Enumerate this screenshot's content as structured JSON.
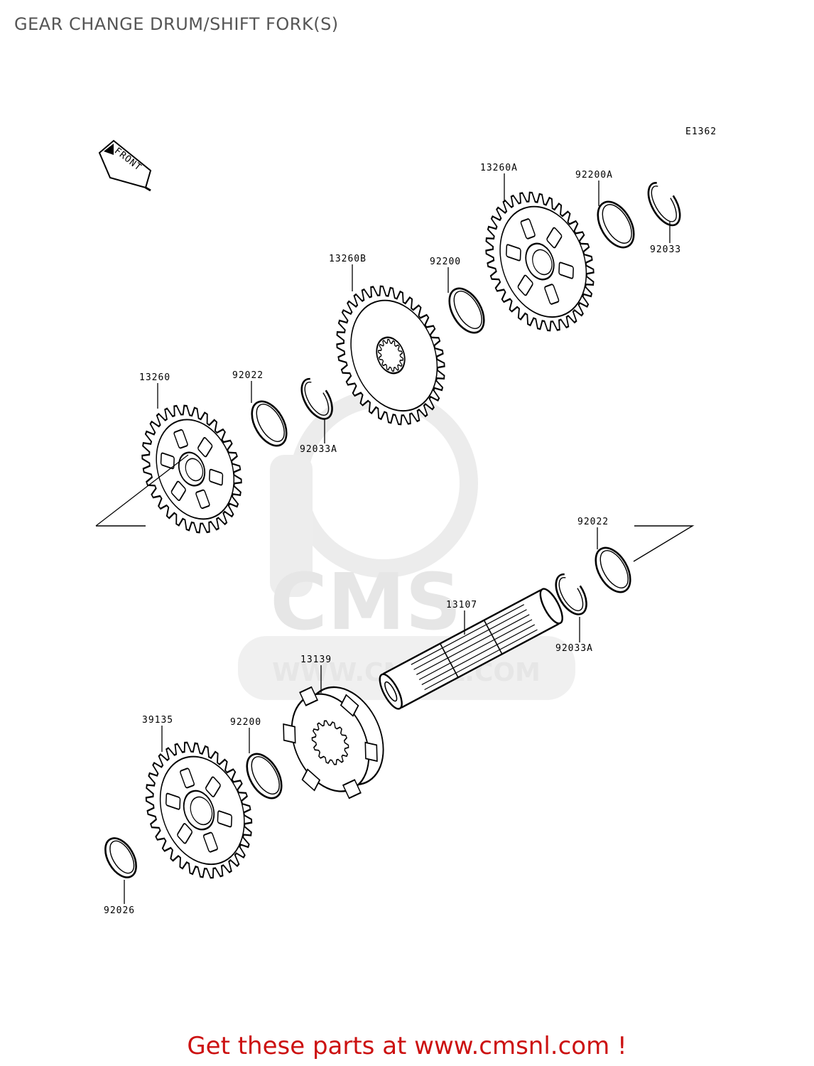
{
  "page": {
    "title": "GEAR CHANGE DRUM/SHIFT FORK(S)"
  },
  "diagram": {
    "reference_code": "E1362",
    "front_arrow_label": "FRONT",
    "watermark": {
      "brand": "CMS",
      "url": "WWW.CMSNL.COM"
    },
    "callouts": [
      {
        "id": "13260A",
        "label": "13260A"
      },
      {
        "id": "92200A",
        "label": "92200A"
      },
      {
        "id": "92033",
        "label": "92033"
      },
      {
        "id": "13260B",
        "label": "13260B"
      },
      {
        "id": "92200-top",
        "label": "92200"
      },
      {
        "id": "13260",
        "label": "13260"
      },
      {
        "id": "92022-top",
        "label": "92022"
      },
      {
        "id": "92033A-top",
        "label": "92033A"
      },
      {
        "id": "92022-right",
        "label": "92022"
      },
      {
        "id": "13107",
        "label": "13107"
      },
      {
        "id": "92033A-right",
        "label": "92033A"
      },
      {
        "id": "13139",
        "label": "13139"
      },
      {
        "id": "39135",
        "label": "39135"
      },
      {
        "id": "92200-bottom",
        "label": "92200"
      },
      {
        "id": "92026",
        "label": "92026"
      }
    ]
  },
  "footer": {
    "link_text": "Get these parts at www.cmsnl.com !"
  }
}
